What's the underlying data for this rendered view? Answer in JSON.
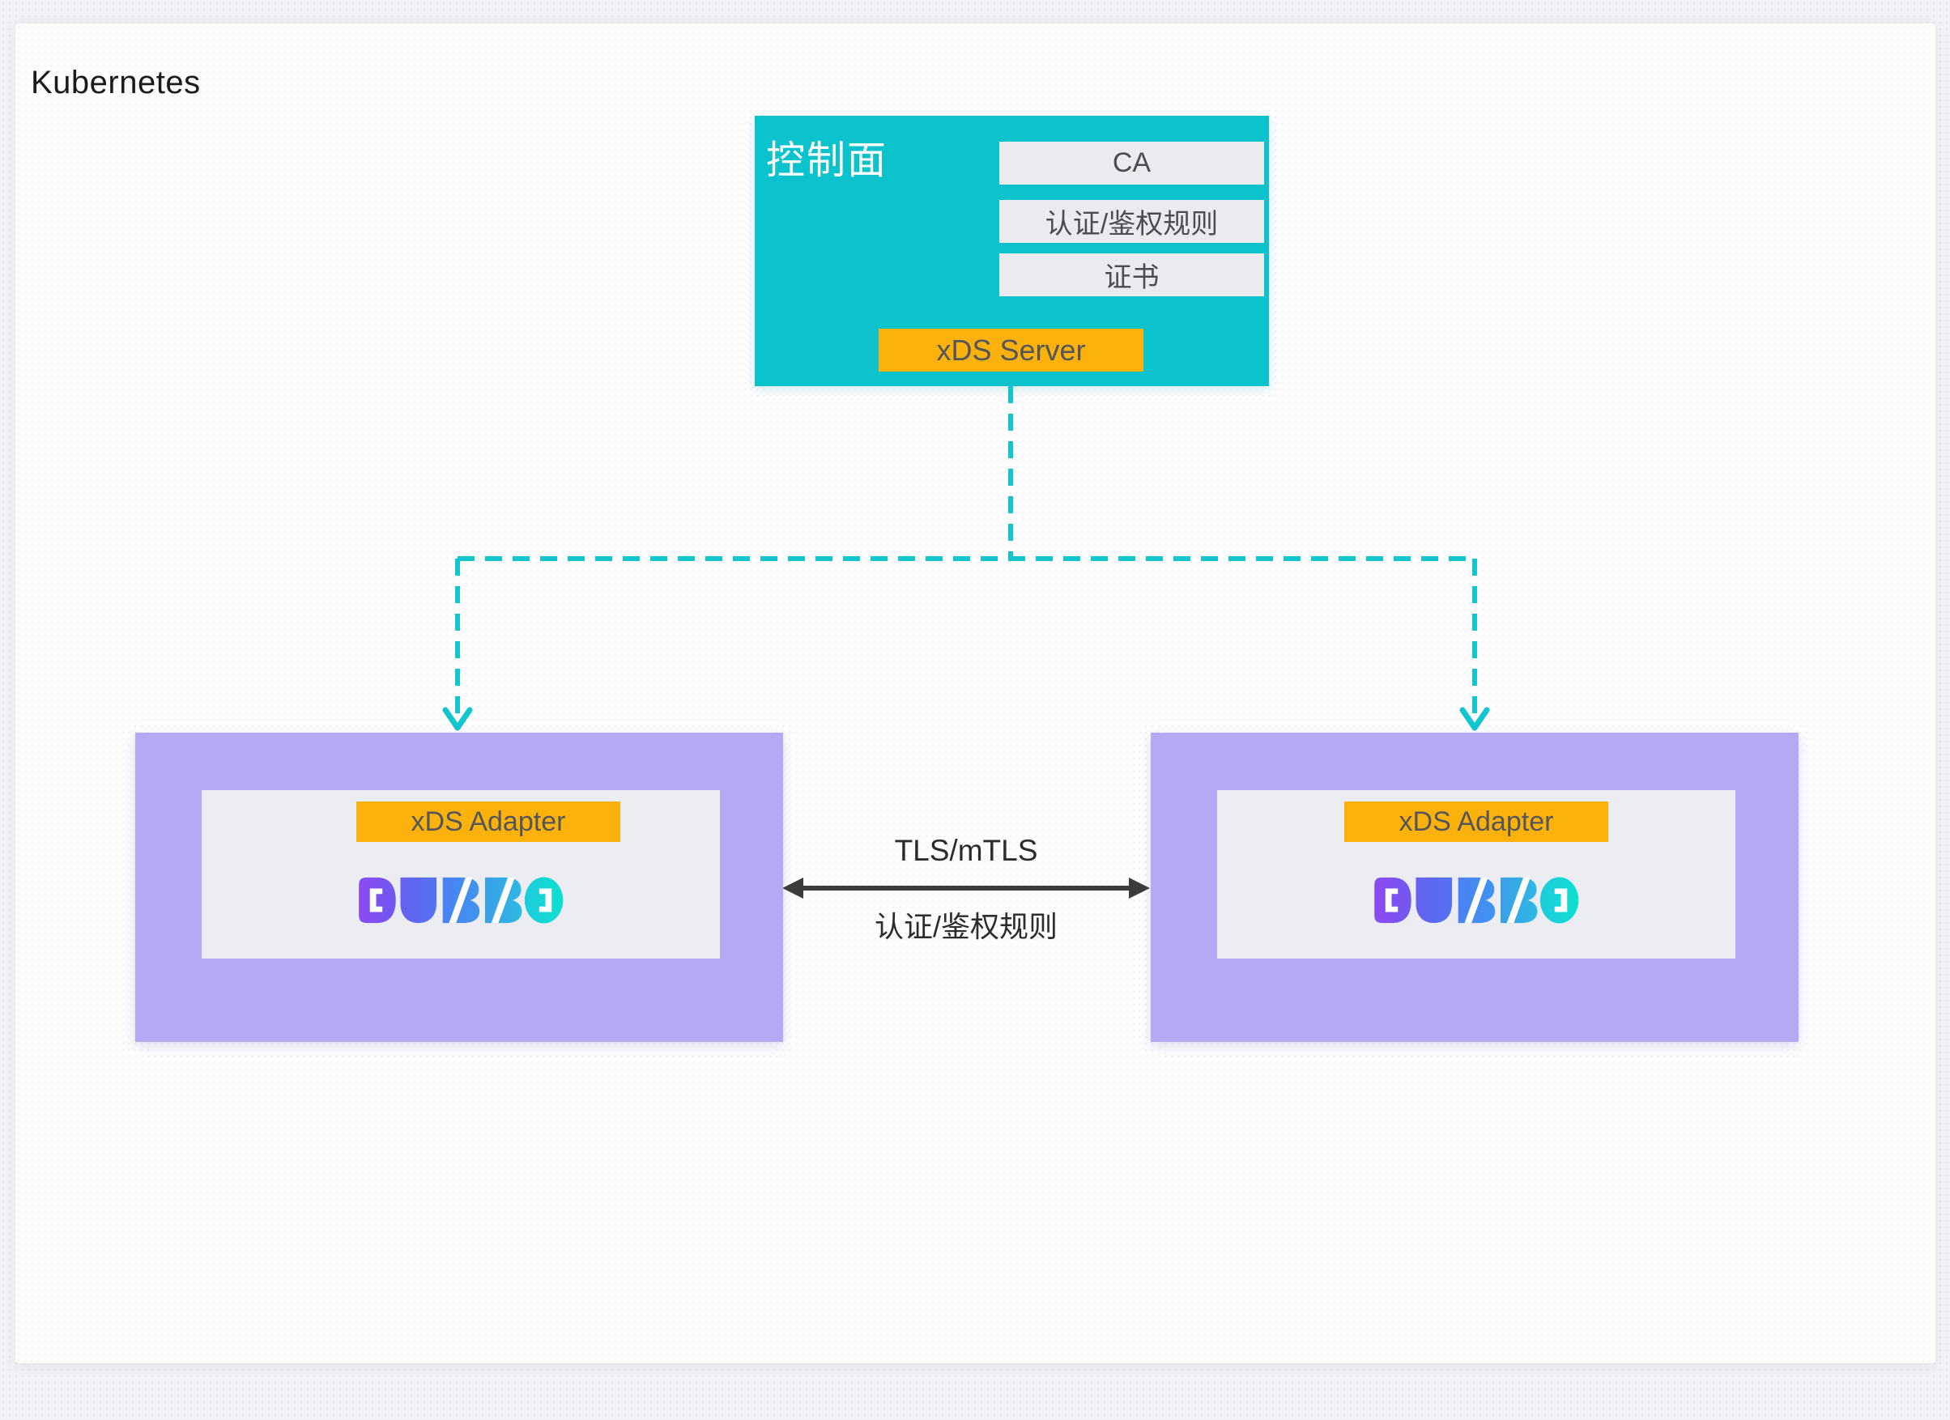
{
  "cluster": {
    "label": "Kubernetes"
  },
  "control_plane": {
    "title": "控制面",
    "chips": [
      "CA",
      "认证/鉴权规则",
      "证书"
    ],
    "server": "xDS Server"
  },
  "connection": {
    "protocol_label": "TLS/mTLS",
    "rules_label": "认证/鉴权规则"
  },
  "nodes": [
    {
      "adapter": "xDS Adapter",
      "logo_text": "DUBBO"
    },
    {
      "adapter": "xDS Adapter",
      "logo_text": "DUBBO"
    }
  ],
  "colors": {
    "control_plane_bg": "#0cc2cd",
    "dashed_line": "#12c5cf",
    "node_bg": "#b5a8f5",
    "node_inner_bg": "#ebedf2",
    "accent_orange": "#fcb20c",
    "chip_bg": "#e9ebee",
    "chip_text": "#4b4c50",
    "arrow_black": "#3b3b3b",
    "dubbo_gradient": [
      "#8b4af2",
      "#6562f0",
      "#4a81f4",
      "#3b9ee9",
      "#0ee0d0"
    ]
  }
}
